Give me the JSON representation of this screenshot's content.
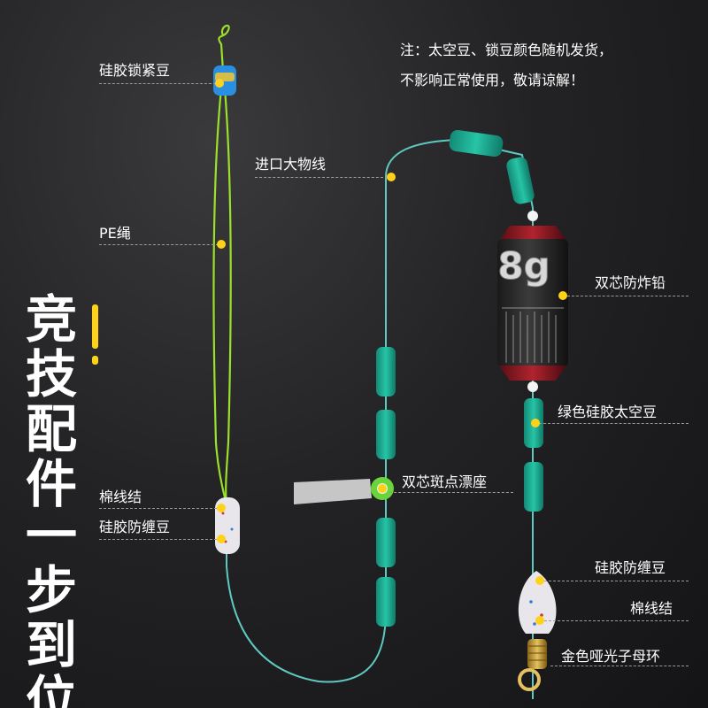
{
  "note": {
    "line1": "注：太空豆、锁豆颜色随机发货，",
    "line2": "不影响正常使用，敬请谅解！"
  },
  "labels": {
    "silicone_lock_bead": "硅胶锁紧豆",
    "imported_line": "进口大物线",
    "pe_rope": "PE绳",
    "double_core_sinker": "双芯防炸铅",
    "green_space_bean": "绿色硅胶太空豆",
    "double_core_float_seat": "双芯斑点漂座",
    "cotton_knot_left": "棉线结",
    "silicone_anti_tangle_left": "硅胶防缠豆",
    "silicone_anti_tangle_right": "硅胶防缠豆",
    "cotton_knot_right": "棉线结",
    "gold_swivel": "金色哑光子母环"
  },
  "sinker_weight": "8g",
  "slogan": {
    "part1": "竞技配件",
    "part2": "一步到位"
  },
  "colors": {
    "accent": "#ffd21a",
    "pe_rope": "#9be02a",
    "main_line": "#5fc8c0",
    "space_bean": "#1fae95",
    "sinker_cap": "#8a1a22"
  }
}
